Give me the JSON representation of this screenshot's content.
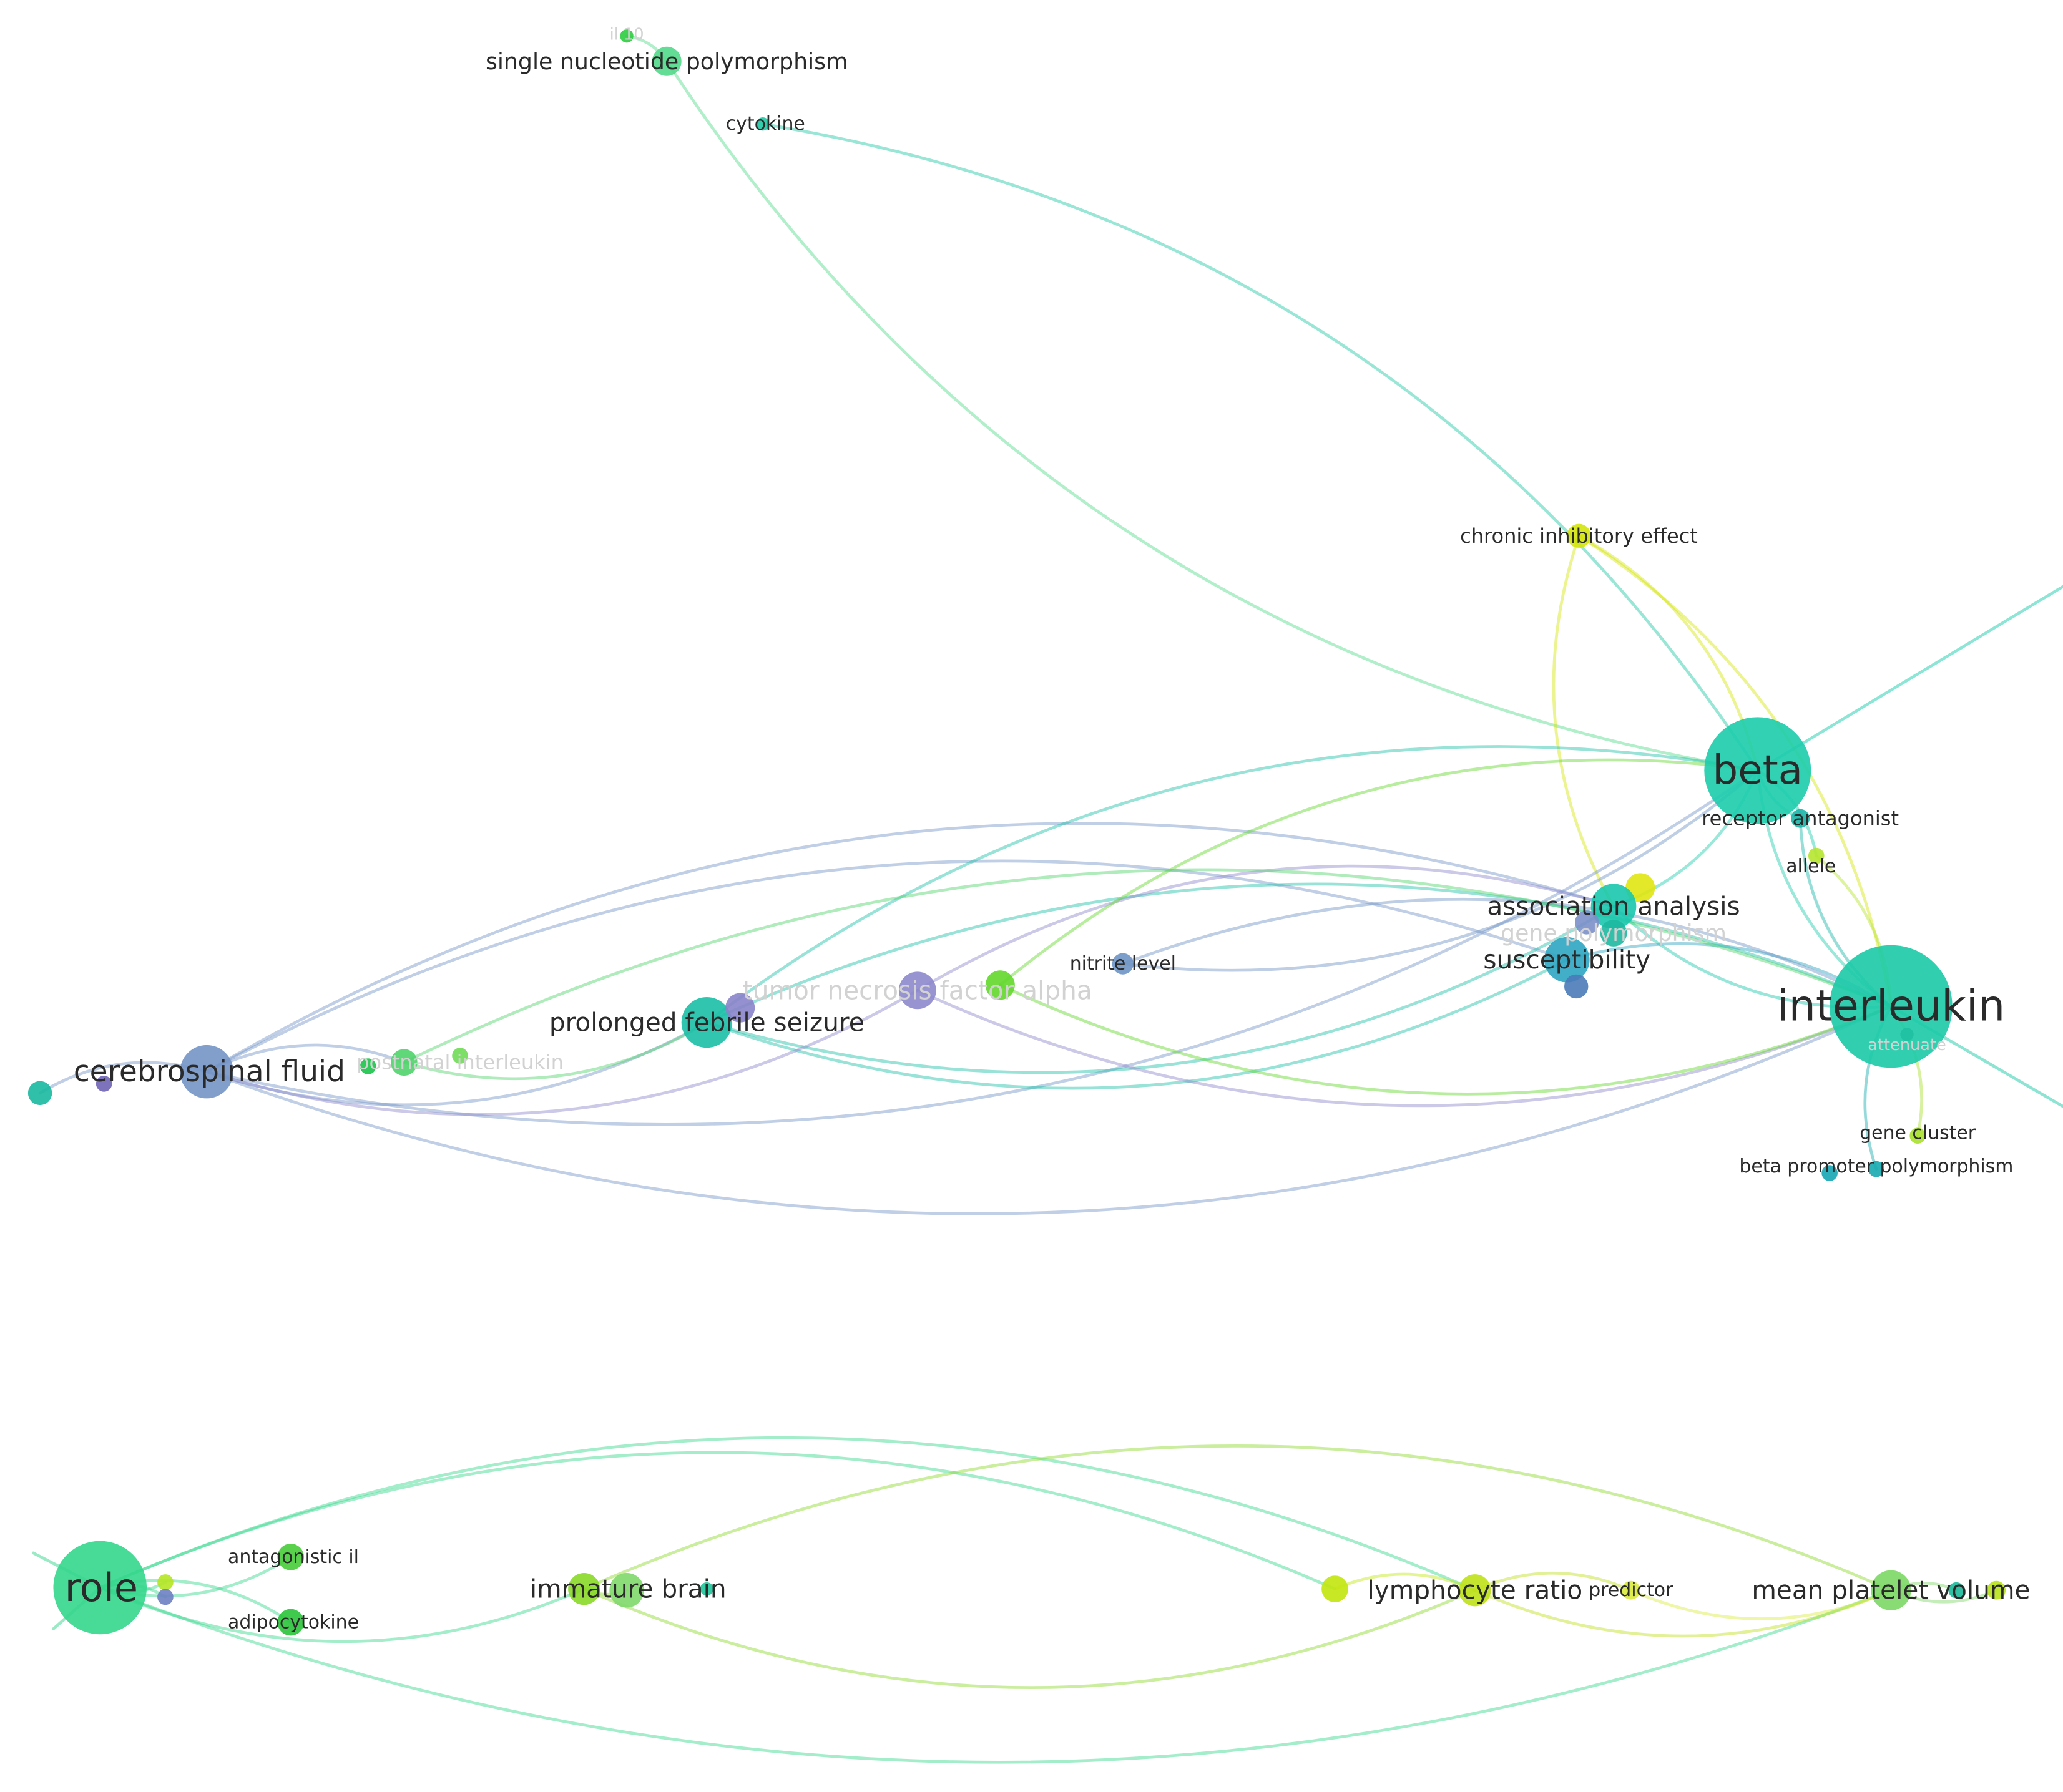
{
  "network": {
    "nodes": [
      {
        "id": "il10",
        "label": "il 10",
        "color": "#2ecc40",
        "faint": true
      },
      {
        "id": "snp",
        "label": "single nucleotide polymorphism",
        "color": "#52d98a"
      },
      {
        "id": "cytokine",
        "label": "cytokine",
        "color": "#1ec7a4"
      },
      {
        "id": "chronic",
        "label": "chronic inhibitory effect",
        "color": "#d4e40b"
      },
      {
        "id": "beta",
        "label": "beta",
        "color": "#1cccac"
      },
      {
        "id": "receptor",
        "label": "receptor antagonist",
        "color": "#19b6a8"
      },
      {
        "id": "allele",
        "label": "allele",
        "color": "#b6e42d"
      },
      {
        "id": "allele_y",
        "label": "",
        "color": "#e0e512"
      },
      {
        "id": "assoc",
        "label": "association analysis",
        "color": "#1ac6ad"
      },
      {
        "id": "genepoly",
        "label": "gene polymorphism",
        "color": "#1db8a0",
        "faint": true
      },
      {
        "id": "genepoly_p",
        "label": "",
        "color": "#7b8fc9"
      },
      {
        "id": "suscept",
        "label": "susceptibility",
        "color": "#2da5c2"
      },
      {
        "id": "suscept_b",
        "label": "",
        "color": "#4a7ab8"
      },
      {
        "id": "interleukin",
        "label": "interleukin",
        "color": "#1bcaa7"
      },
      {
        "id": "attenuate",
        "label": "attenuate",
        "color": "#20c0a3",
        "faint": true
      },
      {
        "id": "genecluster",
        "label": "gene cluster",
        "color": "#a8e02f"
      },
      {
        "id": "betapromoter",
        "label": "beta promoter polymorphism",
        "color": "#17aab0"
      },
      {
        "id": "betapromoter2",
        "label": "",
        "color": "#16a6b4"
      },
      {
        "id": "nitrite",
        "label": "nitrite level",
        "color": "#6e93c4"
      },
      {
        "id": "tnf",
        "label": "tumor necrosis factor alpha",
        "color": "#8d88cc",
        "faint": true
      },
      {
        "id": "tnf_g",
        "label": "",
        "color": "#62d72b"
      },
      {
        "id": "pfs",
        "label": "prolonged febrile seizure",
        "color": "#1bbfa7"
      },
      {
        "id": "pfs_p",
        "label": "",
        "color": "#8a84ca"
      },
      {
        "id": "csf",
        "label": "cerebrospinal fluid",
        "color": "#7495c7"
      },
      {
        "id": "csf_p",
        "label": "",
        "color": "#6f64b6"
      },
      {
        "id": "csf_t",
        "label": "",
        "color": "#1ab8a0"
      },
      {
        "id": "postnatal",
        "label": "postnatal interleukin",
        "color": "#4fd36a",
        "faint": true
      },
      {
        "id": "postnatal_a",
        "label": "",
        "color": "#1bc24a"
      },
      {
        "id": "postnatal_b",
        "label": "",
        "color": "#6fdb55"
      },
      {
        "id": "role",
        "label": "role",
        "color": "#34d68c"
      },
      {
        "id": "role_y",
        "label": "",
        "color": "#b5e523"
      },
      {
        "id": "role_b",
        "label": "",
        "color": "#6e7fc3"
      },
      {
        "id": "antagil",
        "label": "antagonistic il",
        "color": "#48cc39"
      },
      {
        "id": "adipo",
        "label": "adipocytokine",
        "color": "#2ac33a"
      },
      {
        "id": "immature",
        "label": "immature brain",
        "color": "#8ad928"
      },
      {
        "id": "immature_b",
        "label": "",
        "color": "#7fd86a"
      },
      {
        "id": "immature_c",
        "label": "",
        "color": "#1dc79a"
      },
      {
        "id": "lymph_y",
        "label": "",
        "color": "#c2e60e"
      },
      {
        "id": "lymph",
        "label": "lymphocyte ratio",
        "color": "#bfe11a"
      },
      {
        "id": "predictor",
        "label": "predictor",
        "color": "#d9ea3d"
      },
      {
        "id": "mpv",
        "label": "mean platelet volume",
        "color": "#7cd865"
      },
      {
        "id": "mpv_t",
        "label": "",
        "color": "#1bb99a"
      },
      {
        "id": "mpv_y",
        "label": "",
        "color": "#b9e21d"
      }
    ],
    "edges": [
      [
        "snp",
        "beta"
      ],
      [
        "cytokine",
        "beta"
      ],
      [
        "snp",
        "il10"
      ],
      [
        "chronic",
        "beta"
      ],
      [
        "chronic",
        "assoc"
      ],
      [
        "chronic",
        "interleukin"
      ],
      [
        "beta",
        "interleukin"
      ],
      [
        "beta",
        "assoc"
      ],
      [
        "beta",
        "receptor"
      ],
      [
        "beta",
        "allele"
      ],
      [
        "receptor",
        "interleukin"
      ],
      [
        "allele",
        "interleukin"
      ],
      [
        "assoc",
        "interleukin"
      ],
      [
        "suscept",
        "interleukin"
      ],
      [
        "genecluster",
        "interleukin"
      ],
      [
        "betapromoter",
        "interleukin"
      ],
      [
        "csf",
        "beta"
      ],
      [
        "csf",
        "assoc"
      ],
      [
        "csf",
        "interleukin"
      ],
      [
        "csf",
        "suscept"
      ],
      [
        "csf",
        "csf_t"
      ],
      [
        "csf",
        "postnatal"
      ],
      [
        "csf",
        "pfs"
      ],
      [
        "pfs",
        "beta"
      ],
      [
        "pfs",
        "assoc"
      ],
      [
        "pfs",
        "interleukin"
      ],
      [
        "pfs",
        "suscept"
      ],
      [
        "tnf",
        "assoc"
      ],
      [
        "tnf",
        "interleukin"
      ],
      [
        "tnf",
        "csf"
      ],
      [
        "tnf_g",
        "interleukin"
      ],
      [
        "tnf_g",
        "beta"
      ],
      [
        "nitrite",
        "beta"
      ],
      [
        "nitrite",
        "interleukin"
      ],
      [
        "postnatal",
        "pfs"
      ],
      [
        "postnatal",
        "interleukin"
      ],
      [
        "role",
        "antagil"
      ],
      [
        "role",
        "adipo"
      ],
      [
        "role",
        "immature"
      ],
      [
        "role",
        "lymph"
      ],
      [
        "role",
        "mpv"
      ],
      [
        "role",
        "lymph_y"
      ],
      [
        "role",
        "role_y"
      ],
      [
        "role",
        "role_b"
      ],
      [
        "immature",
        "lymph"
      ],
      [
        "immature",
        "mpv"
      ],
      [
        "immature",
        "immature_b"
      ],
      [
        "lymph",
        "predictor"
      ],
      [
        "lymph",
        "mpv"
      ],
      [
        "lymph_y",
        "lymph"
      ],
      [
        "predictor",
        "mpv"
      ],
      [
        "mpv",
        "mpv_t"
      ],
      [
        "mpv",
        "mpv_y"
      ]
    ]
  }
}
